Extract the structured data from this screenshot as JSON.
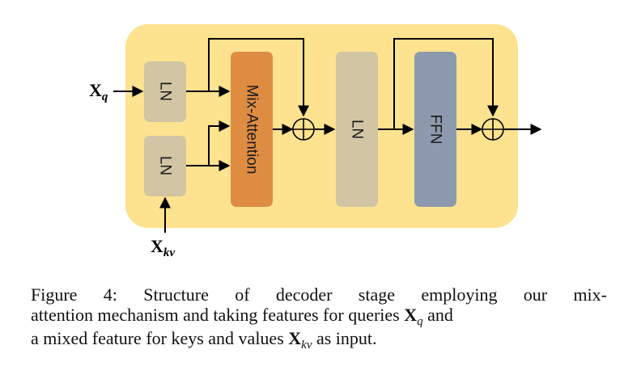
{
  "diagram": {
    "input_q": {
      "base": "X",
      "sub": "q"
    },
    "input_kv": {
      "base": "X",
      "sub": "kv"
    },
    "ln_q_label": "LN",
    "ln_kv_label": "LN",
    "mix_attention_label": "Mix-Attention",
    "ln_mid_label": "LN",
    "ffn_label": "FFN",
    "colors": {
      "container": "#fde28f",
      "ln": "#d1c5a4",
      "mix_attention": "#df8c43",
      "ffn": "#8d9aae",
      "line": "#000000"
    }
  },
  "caption": {
    "line1": "Figure 4: Structure of decoder stage employing our mix-",
    "line2_pre": "attention mechanism and taking features for queries ",
    "line2_var": "X",
    "line2_sub": "q",
    "line2_post": " and",
    "line3_pre": "a mixed feature for keys and values ",
    "line3_var": "X",
    "line3_sub": "kv",
    "line3_post": " as input."
  }
}
